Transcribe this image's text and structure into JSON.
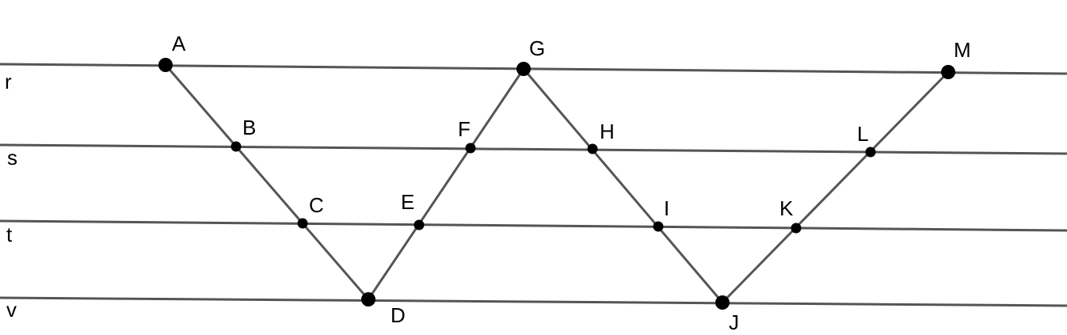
{
  "colors": {
    "line": "#555555",
    "point": "#000000",
    "text": "#000000",
    "background": "#ffffff"
  },
  "lines": [
    {
      "id": "r",
      "label": "r"
    },
    {
      "id": "s",
      "label": "s"
    },
    {
      "id": "t",
      "label": "t"
    },
    {
      "id": "v",
      "label": "v"
    }
  ],
  "points": [
    {
      "id": "A",
      "label": "A",
      "line": "r"
    },
    {
      "id": "B",
      "label": "B",
      "line": "s"
    },
    {
      "id": "C",
      "label": "C",
      "line": "t"
    },
    {
      "id": "D",
      "label": "D",
      "line": "v"
    },
    {
      "id": "E",
      "label": "E",
      "line": "t"
    },
    {
      "id": "F",
      "label": "F",
      "line": "s"
    },
    {
      "id": "G",
      "label": "G",
      "line": "r"
    },
    {
      "id": "H",
      "label": "H",
      "line": "s"
    },
    {
      "id": "I",
      "label": "I",
      "line": "t"
    },
    {
      "id": "J",
      "label": "J",
      "line": "v"
    },
    {
      "id": "K",
      "label": "K",
      "line": "t"
    },
    {
      "id": "L",
      "label": "L",
      "line": "s"
    },
    {
      "id": "M",
      "label": "M",
      "line": "r"
    }
  ],
  "segments": [
    [
      "A",
      "D"
    ],
    [
      "D",
      "G"
    ],
    [
      "G",
      "J"
    ],
    [
      "J",
      "M"
    ]
  ]
}
